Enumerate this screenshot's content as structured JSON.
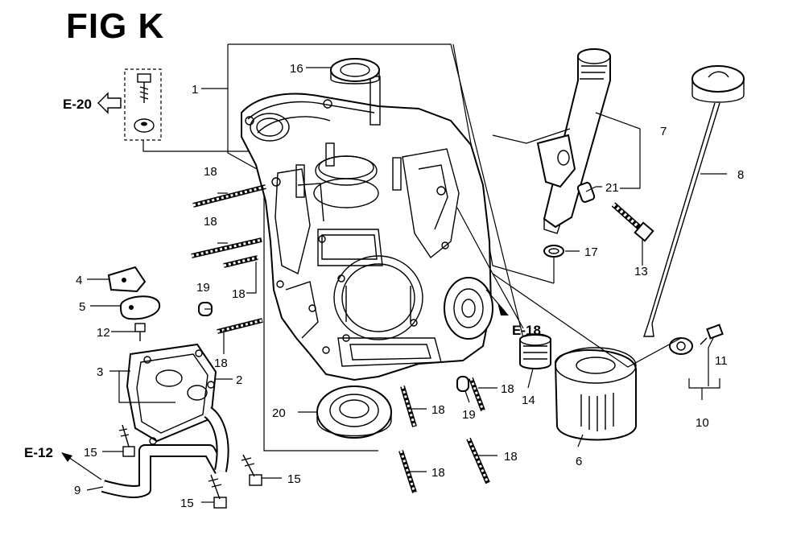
{
  "figure": {
    "title": "FIG K"
  },
  "references": {
    "e20": "E-20",
    "e18": "E-18",
    "e12": "E-12"
  },
  "callouts": {
    "c1": "1",
    "c2": "2",
    "c3": "3",
    "c4": "4",
    "c5": "5",
    "c6": "6",
    "c7": "7",
    "c8": "8",
    "c9": "9",
    "c10": "10",
    "c11": "11",
    "c12": "12",
    "c13": "13",
    "c14": "14",
    "c15a": "15",
    "c15b": "15",
    "c15c": "15",
    "c16": "16",
    "c17": "17",
    "c18a": "18",
    "c18b": "18",
    "c18c": "18",
    "c18d": "18",
    "c18e": "18",
    "c18f": "18",
    "c18g": "18",
    "c18h": "18",
    "c19a": "19",
    "c19b": "19",
    "c20": "20",
    "c21": "21"
  }
}
